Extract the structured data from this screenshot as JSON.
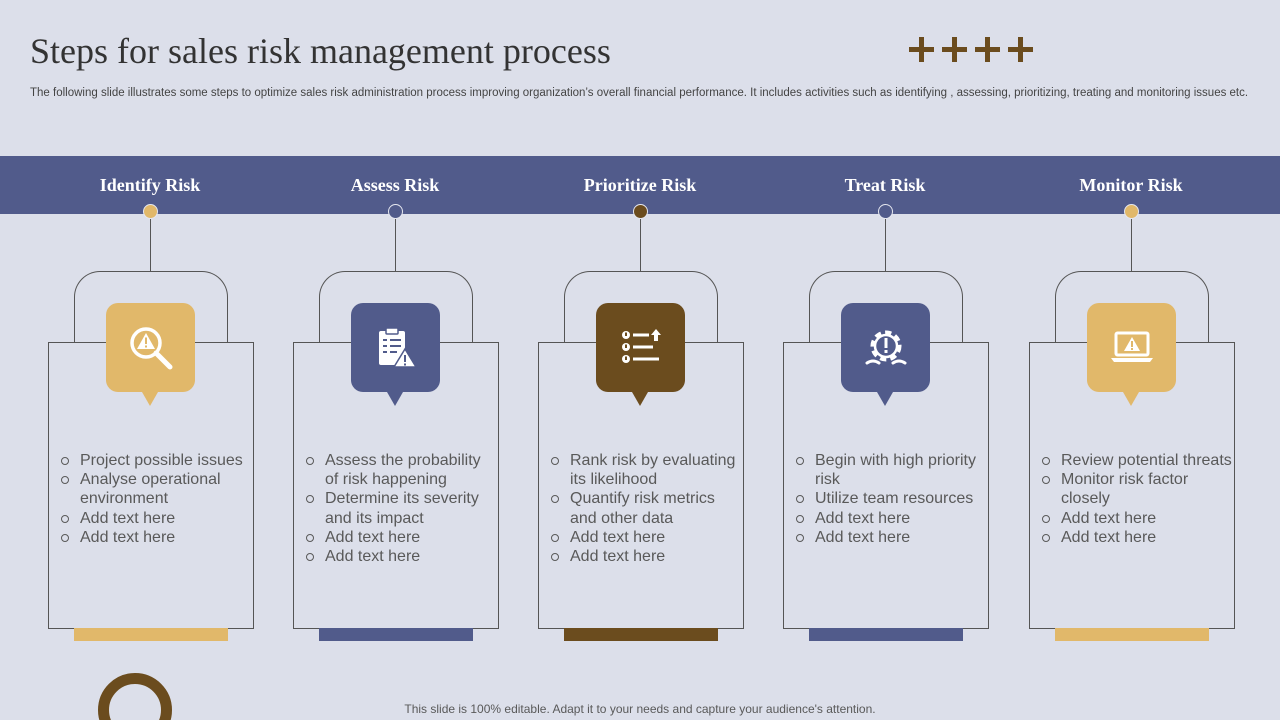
{
  "slide": {
    "title": "Steps for sales risk management process",
    "subtitle": "The following slide illustrates some steps to optimize sales risk administration process improving organization’s overall financial performance. It includes activities such as identifying , assessing, prioritizing, treating and monitoring issues etc.",
    "footer": "This slide is 100% editable. Adapt it to your needs and capture your audience's attention."
  },
  "colors": {
    "band": "#515b8b",
    "gold": "#e1b86a",
    "navy": "#515b8b",
    "brown": "#6b4c1e",
    "background": "#dcdfea"
  },
  "steps": [
    {
      "heading": "Identify Risk",
      "color": "#e1b86a",
      "icon": "magnifier-warning-icon",
      "bullets": [
        "Project possible issues",
        "Analyse operational environment",
        "Add text here",
        "Add text here"
      ]
    },
    {
      "heading": "Assess Risk",
      "color": "#515b8b",
      "icon": "clipboard-warning-icon",
      "bullets": [
        "Assess the probability of risk happening",
        "Determine its severity and its impact",
        "Add text here",
        "Add text here"
      ]
    },
    {
      "heading": "Prioritize Risk",
      "color": "#6b4c1e",
      "icon": "priority-list-icon",
      "bullets": [
        "Rank risk by evaluating its likelihood",
        "Quantify  risk metrics and other data",
        "Add text here",
        "Add text here"
      ]
    },
    {
      "heading": "Treat Risk",
      "color": "#515b8b",
      "icon": "gear-warning-icon",
      "bullets": [
        "Begin with high priority risk",
        "Utilize team resources",
        "Add text here",
        "Add text here"
      ]
    },
    {
      "heading": "Monitor Risk",
      "color": "#e1b86a",
      "icon": "laptop-warning-icon",
      "bullets": [
        "Review potential threats",
        "Monitor risk factor closely",
        "Add text here",
        "Add text here"
      ]
    }
  ]
}
